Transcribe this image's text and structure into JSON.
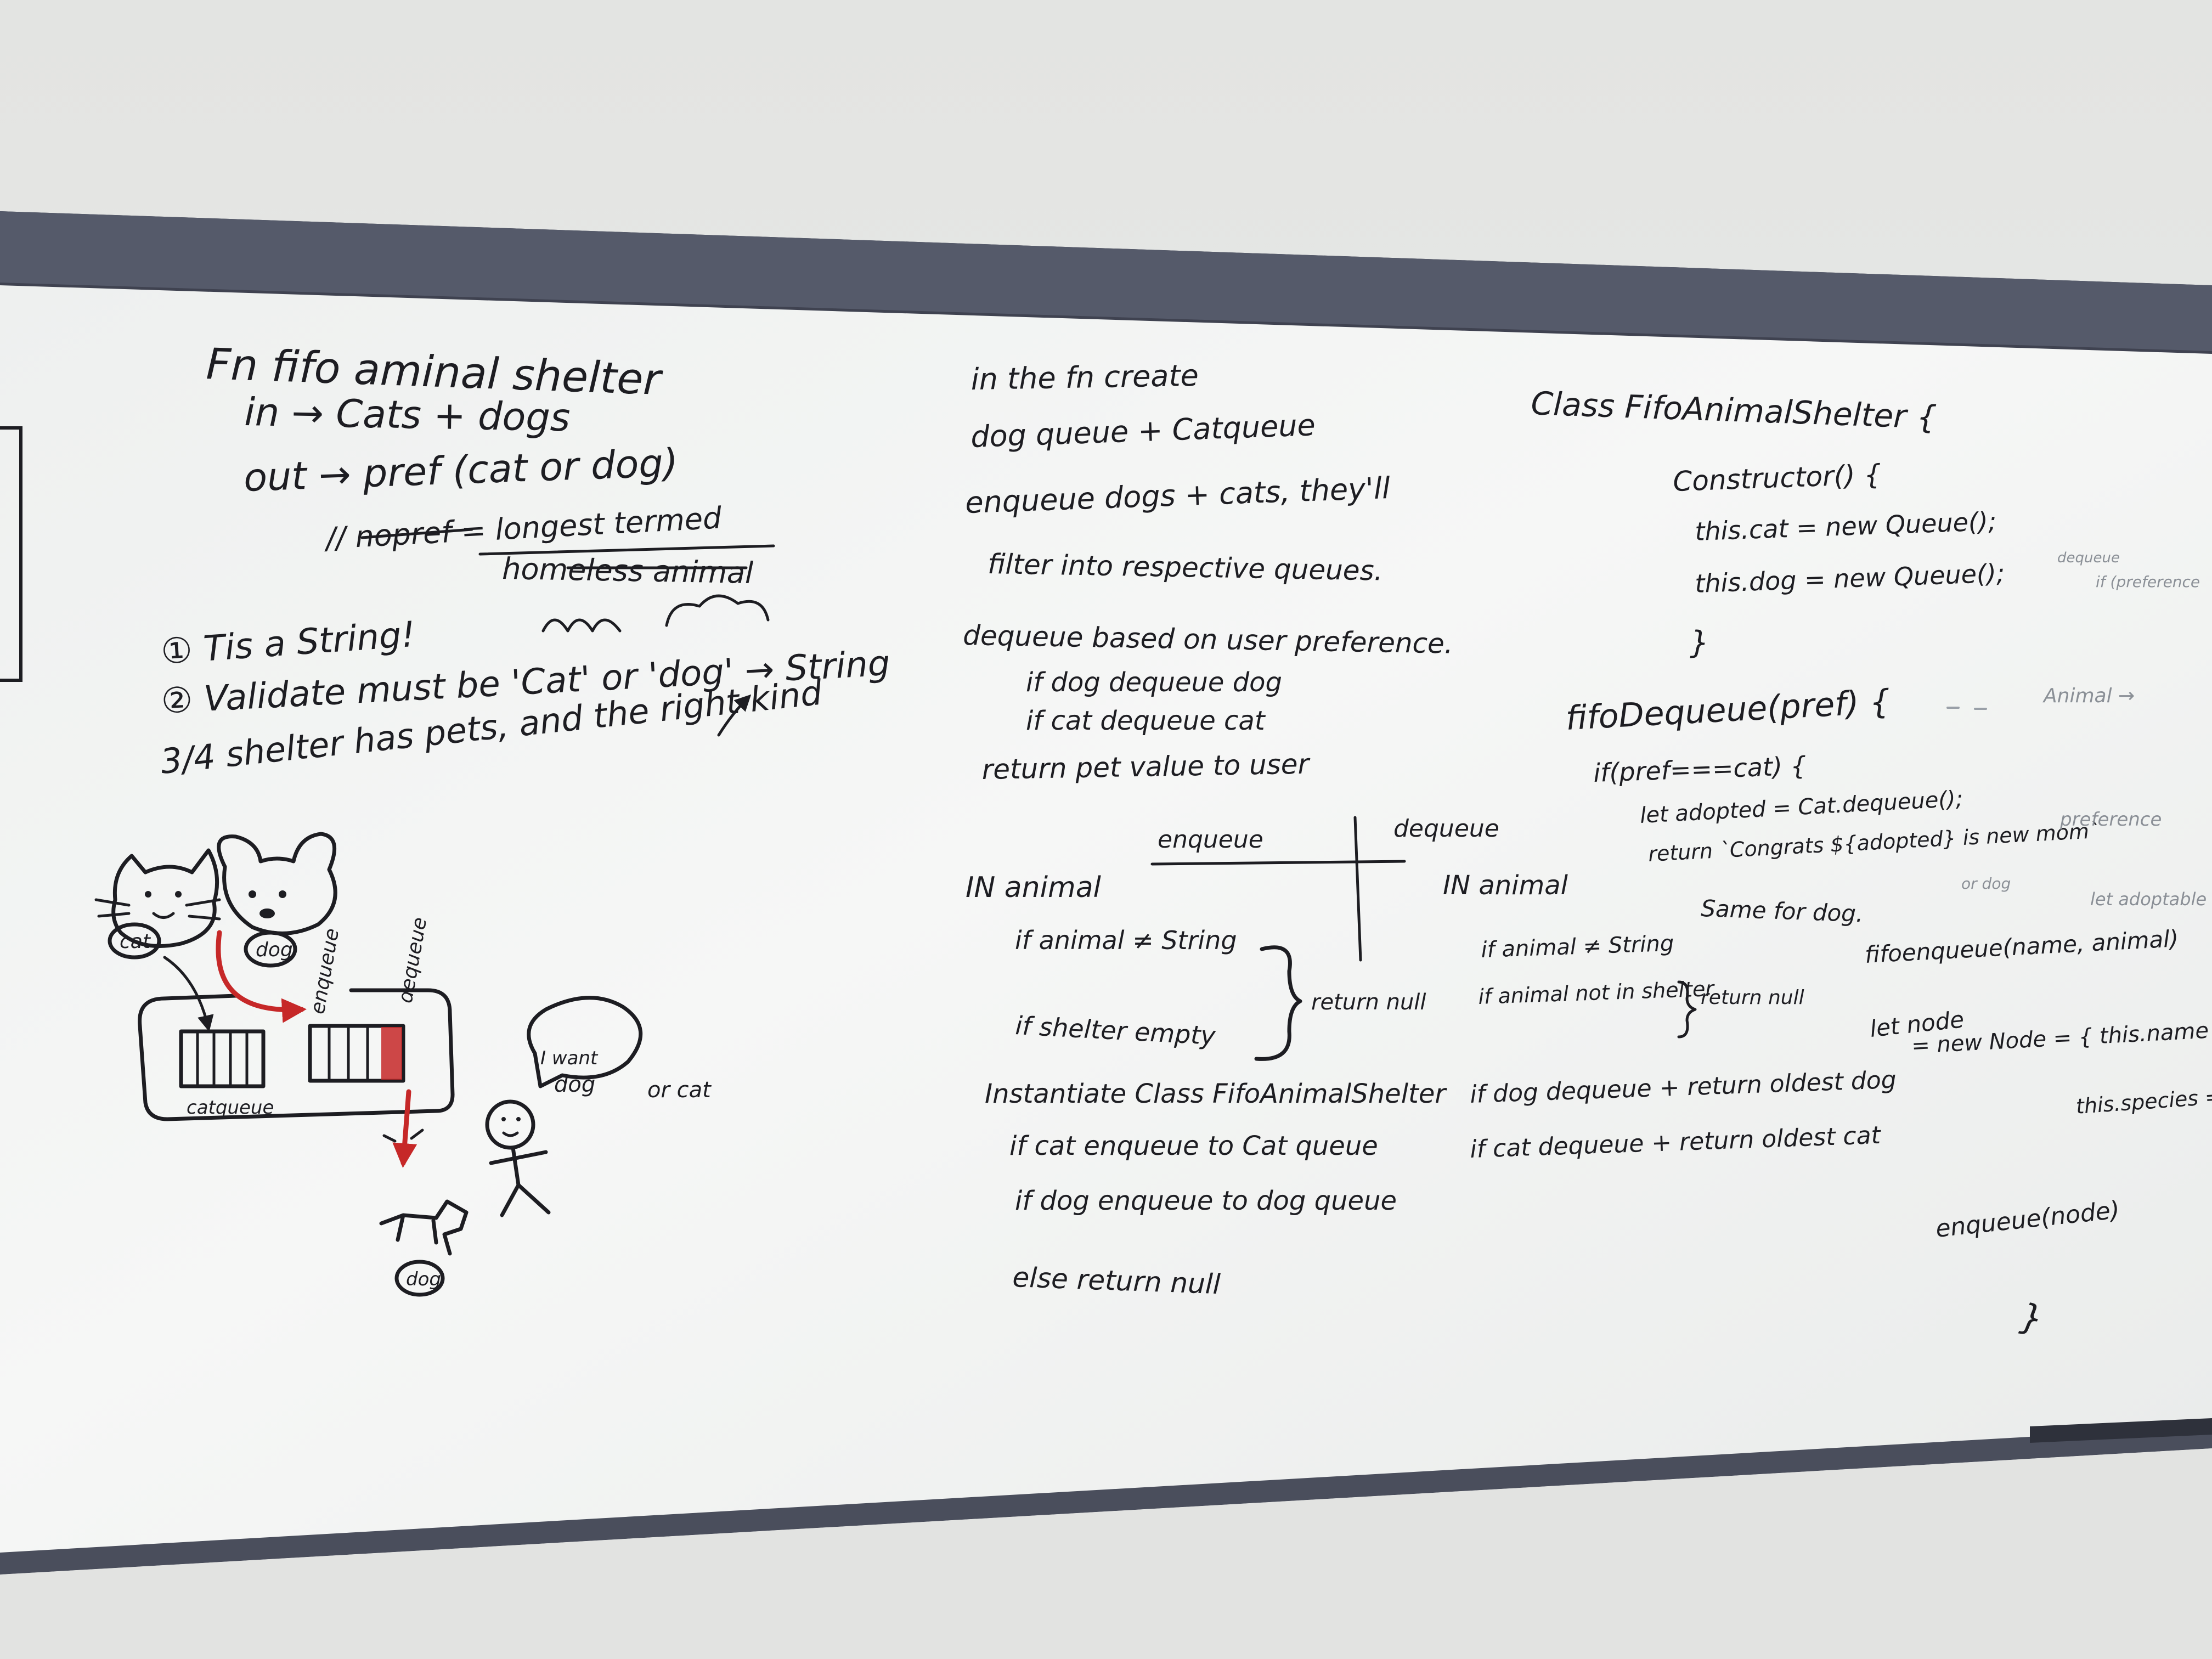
{
  "board": {
    "section1": {
      "title": "Fn fifo aminal shelter",
      "in_line": "in → Cats + dogs",
      "out_line": "out → pref (cat or dog)",
      "nopref_line1": "// nopref = longest termed",
      "nopref_line2": "homeless animal",
      "step1": "① Tis a String!",
      "step2": "② Validate must be 'Cat' or 'dog' → String",
      "step3": "3/4 shelter has pets, and the right kind",
      "cat_tag": "cat",
      "dog_tag": "dog",
      "enqueue_label": "enqueue",
      "dequeue_label": "dequeue",
      "catqueue_label": "catqueue",
      "bubble_line1": "I want",
      "bubble_line2": "dog",
      "or_cat": "or cat",
      "result_tag": "dog"
    },
    "section2": {
      "lines": [
        "in the fn create",
        "dog queue + Catqueue",
        "enqueue dogs + cats, they'll",
        "filter into respective queues.",
        "dequeue based on user preference.",
        "if dog dequeue dog",
        "if cat dequeue cat",
        "return pet value to user"
      ],
      "table_enqueue_header": "enqueue",
      "table_dequeue_header": "dequeue",
      "enq_in": "IN animal",
      "enq_if1": "if animal ≠ String",
      "enq_if2": "if shelter empty",
      "enq_return_null": "return null",
      "enq_instantiate": "Instantiate Class FifoAnimalShelter",
      "enq_if_cat": "if cat enqueue to Cat queue",
      "enq_if_dog": "if dog enqueue to dog queue",
      "enq_else": "else return null",
      "deq_in": "IN animal",
      "deq_if1": "if animal ≠ String",
      "deq_if2": "if animal not in shelter",
      "deq_return_null": "return null",
      "deq_if_dog": "if dog dequeue + return oldest dog",
      "deq_if_cat": "if cat dequeue + return oldest cat"
    },
    "section3": {
      "class_line": "Class FifoAnimalShelter {",
      "constructor_line": "Constructor() {",
      "this_cat": "this.cat = new Queue();",
      "this_dog": "this.dog = new Queue();",
      "close_brace1": "}",
      "fifodequeue": "fifoDequeue(pref) {",
      "if_pref_cat": "if(pref===cat) {",
      "let_adopted": "let adopted = Cat.dequeue();",
      "return_congrats": "return `Congrats ${adopted} is new mom`",
      "same_for_dog": "Same for dog.",
      "fifoenqueue": "fifoenqueue(name, animal)",
      "let_node": "let node",
      "new_node": "= new Node = { this.name = n",
      "this_species": "this.species =",
      "enqueue_node": "enqueue(node)",
      "close_brace2": "}",
      "faint_dequeue": "dequeue",
      "faint_pref": "if (preference",
      "faint_animal": "Animal →",
      "faint_preference": "preference",
      "faint_or_dog": "or dog",
      "faint_let_adopt": "let adoptable"
    }
  }
}
